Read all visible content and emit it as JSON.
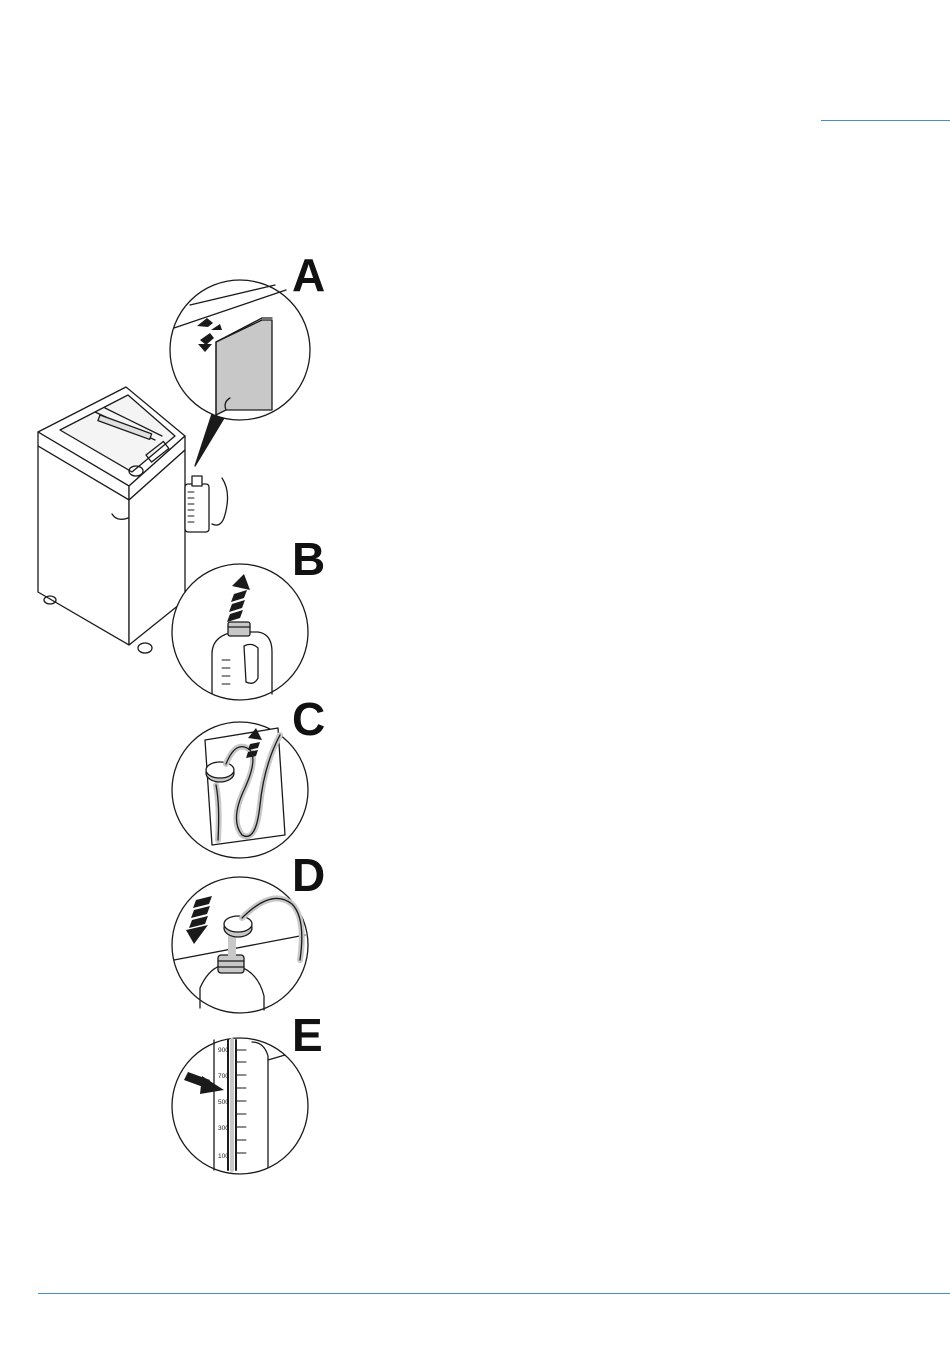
{
  "steps": [
    {
      "letter": "A"
    },
    {
      "letter": "B"
    },
    {
      "letter": "C"
    },
    {
      "letter": "D"
    },
    {
      "letter": "E"
    }
  ],
  "gauge": {
    "ticks": [
      "900",
      "700",
      "500",
      "300",
      "100"
    ]
  },
  "colors": {
    "accent_rule": "#4a8fc4",
    "line": "#1a1a1a",
    "fill_gray": "#c8c8c8"
  },
  "icons": [
    "arrow-icon",
    "arrow-up-icon",
    "arrow-down-icon"
  ]
}
